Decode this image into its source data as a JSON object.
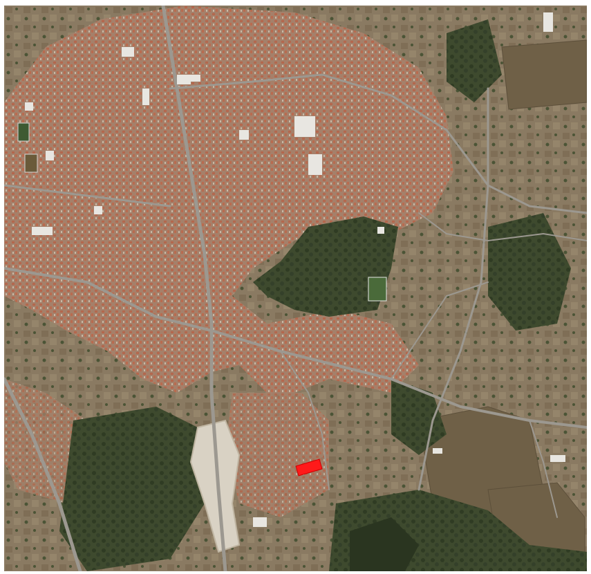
{
  "map": {
    "kind": "satellite-imagery",
    "colors": {
      "urban": "#a5806a",
      "urban_roofs": "#b4674d",
      "farmland": "#8a7a62",
      "vegetation": "#3e4a2e",
      "dense_forest": "#2a3520",
      "roads": "#9c9890",
      "quarry": "#d9d2c4",
      "highlight": "#ff1a1a"
    },
    "features": {
      "highlighted_parcel": "highlighted-parcel",
      "quarry": "quarry-area",
      "central_park": "central-park",
      "sports_field": "sports-field"
    }
  }
}
